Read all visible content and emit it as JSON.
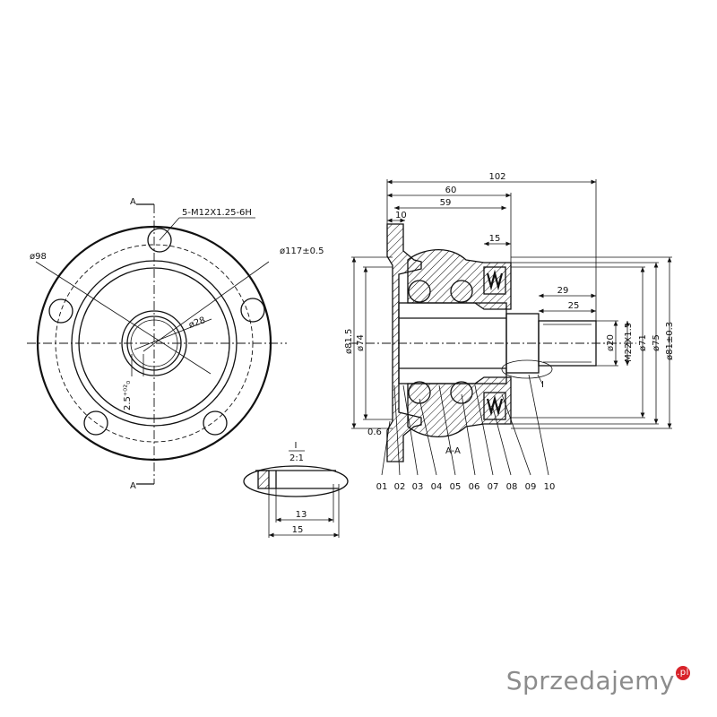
{
  "front_view": {
    "section_mark_top": "A",
    "section_mark_bottom": "A",
    "thread_label": "5-M12X1.25-6H",
    "dia_98": "ø98",
    "dia_117": "ø117±0.5",
    "dia_28": "ø28",
    "depth_label": "2.5⁺⁰²₀"
  },
  "section_view": {
    "dim_102": "102",
    "dim_60": "60",
    "dim_59": "59",
    "dim_10": "10",
    "dim_15": "15",
    "dim_29": "29",
    "dim_25": "25",
    "dim_06": "0.6",
    "dia_815": "ø81.5",
    "dia_74": "ø74",
    "dia_20": "ø20",
    "thread_m22": "M22X1.5",
    "dia_71": "ø71",
    "dia_75": "ø75",
    "dia_81": "ø81±0.3",
    "section_label": "A-A",
    "detail_ref": "I"
  },
  "detail_view": {
    "title_top": "I",
    "title_bottom": "2:1",
    "dim_13": "13",
    "dim_15": "15"
  },
  "parts": [
    "01",
    "02",
    "03",
    "04",
    "05",
    "06",
    "07",
    "08",
    "09",
    "10"
  ],
  "watermark": {
    "text": "Sprzedajemy",
    "suffix": ".pl",
    "brand_color": "#d8232a"
  }
}
